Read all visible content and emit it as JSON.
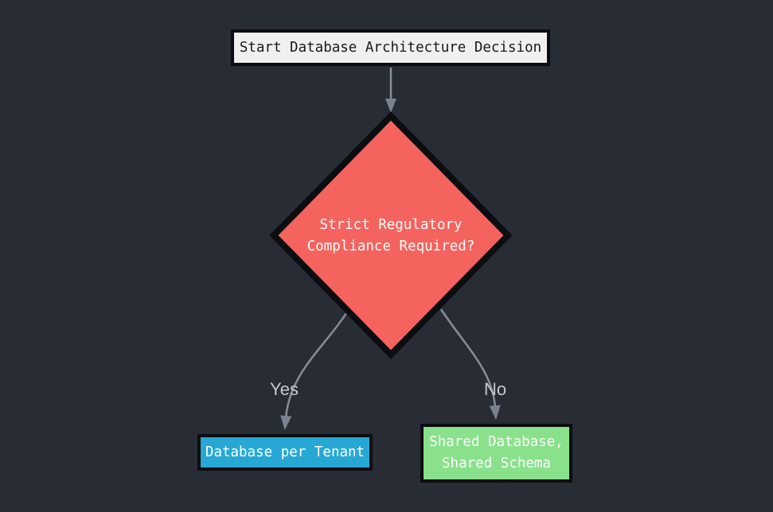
{
  "canvas": {
    "background": "#282c34",
    "node_border_color": "#0c0d10"
  },
  "nodes": {
    "start": {
      "label": "Start Database Architecture Decision",
      "fill": "#f0f0f0",
      "text_color": "#16181d"
    },
    "decision": {
      "label_lines": [
        "Strict Regulatory",
        "Compliance Required?"
      ],
      "fill": "#f4635e",
      "text_color": "#ffffff"
    },
    "tenant_db": {
      "label": "Database per Tenant",
      "fill": "#27a8d4",
      "text_color": "#ffffff"
    },
    "shared_db": {
      "label_lines": [
        "Shared Database,",
        "Shared Schema"
      ],
      "fill": "#89e28b",
      "text_color": "#ffffff"
    }
  },
  "edges": {
    "yes_label": "Yes",
    "no_label": "No",
    "line_color": "#878d98",
    "arrow_color": "#7a8290",
    "label_color": "#c3c8d1"
  }
}
